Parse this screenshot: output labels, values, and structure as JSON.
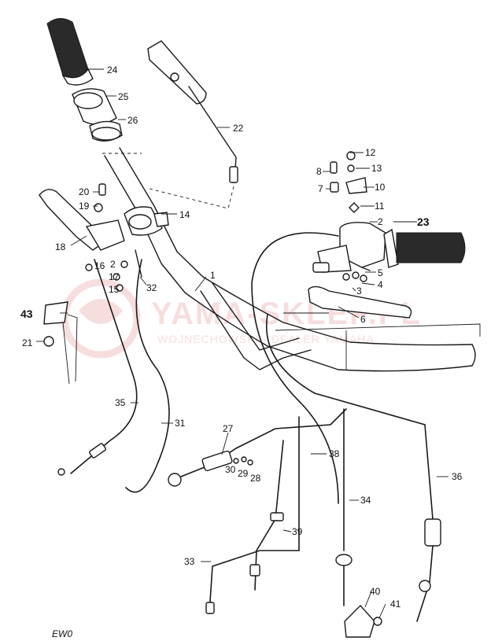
{
  "colors": {
    "line": "#1a1a1a",
    "watermark": "#f2c4c4"
  },
  "watermark": {
    "logo": "watermark-logo-icon",
    "main": "YAMA-SKLEP.PL",
    "sub": "WOJNECHOWSKI - DEALER YAMAHA"
  },
  "labels": {
    "p1": "1",
    "p2": "2",
    "p3": "3",
    "p4": "4",
    "p5": "5",
    "p6": "6",
    "p7": "7",
    "p8": "8",
    "p10": "10",
    "p11": "11",
    "p12": "12",
    "p13": "13",
    "p14": "14",
    "p15": "15",
    "p16": "16",
    "p17": "17",
    "p18": "18",
    "p19": "19",
    "p20": "20",
    "p2b": "2",
    "p21": "21",
    "p22": "22",
    "p23": "23",
    "p24": "24",
    "p25": "25",
    "p26": "26",
    "p27": "27",
    "p28": "28",
    "p29": "29",
    "p30": "30",
    "p31": "31",
    "p32": "32",
    "p33": "33",
    "p34": "34",
    "p35": "35",
    "p36": "36",
    "p38": "38",
    "p39": "39",
    "p40": "40",
    "p41": "41",
    "p43": "43"
  },
  "corner_mark": "EW0"
}
